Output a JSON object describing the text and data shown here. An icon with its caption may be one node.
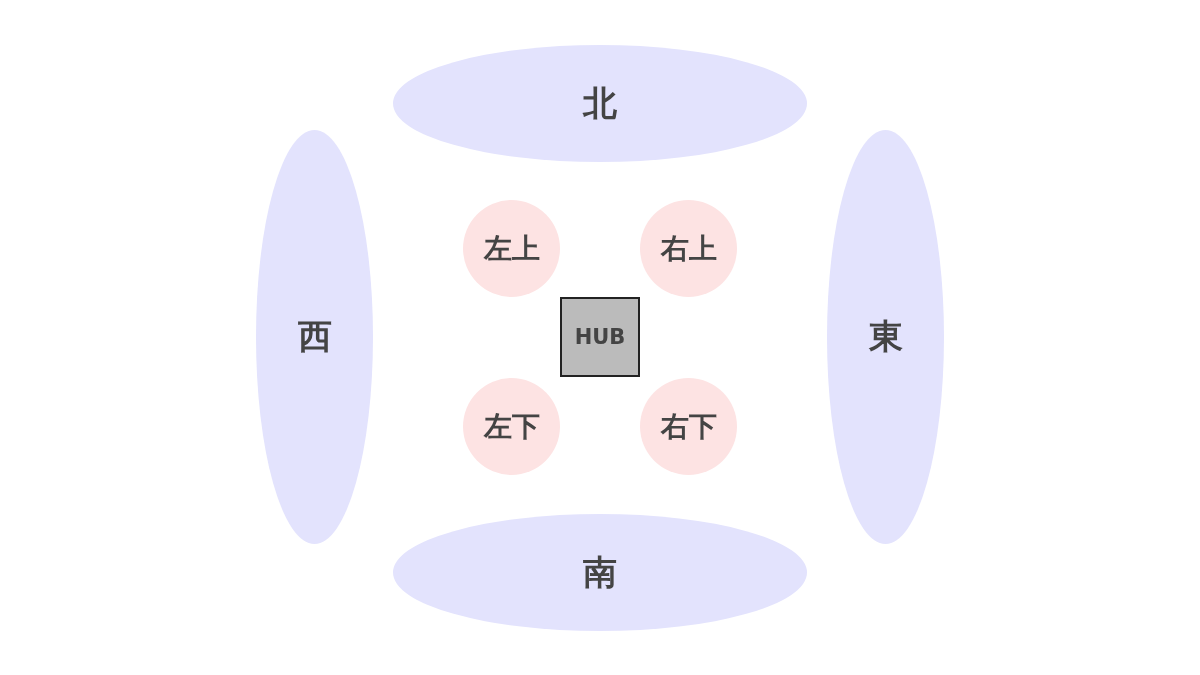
{
  "diagram": {
    "nodes": [
      {
        "text": [
          "北"
        ]
      },
      {
        "text": [
          "左上"
        ]
      },
      {
        "text": [
          "右上"
        ]
      },
      {
        "text": [
          "西"
        ]
      },
      {
        "text": [
          "HUB"
        ]
      },
      {
        "text": [
          "東"
        ]
      },
      {
        "text": [
          "左下"
        ]
      },
      {
        "text": [
          "右下"
        ]
      },
      {
        "text": [
          "南"
        ]
      }
    ]
  }
}
